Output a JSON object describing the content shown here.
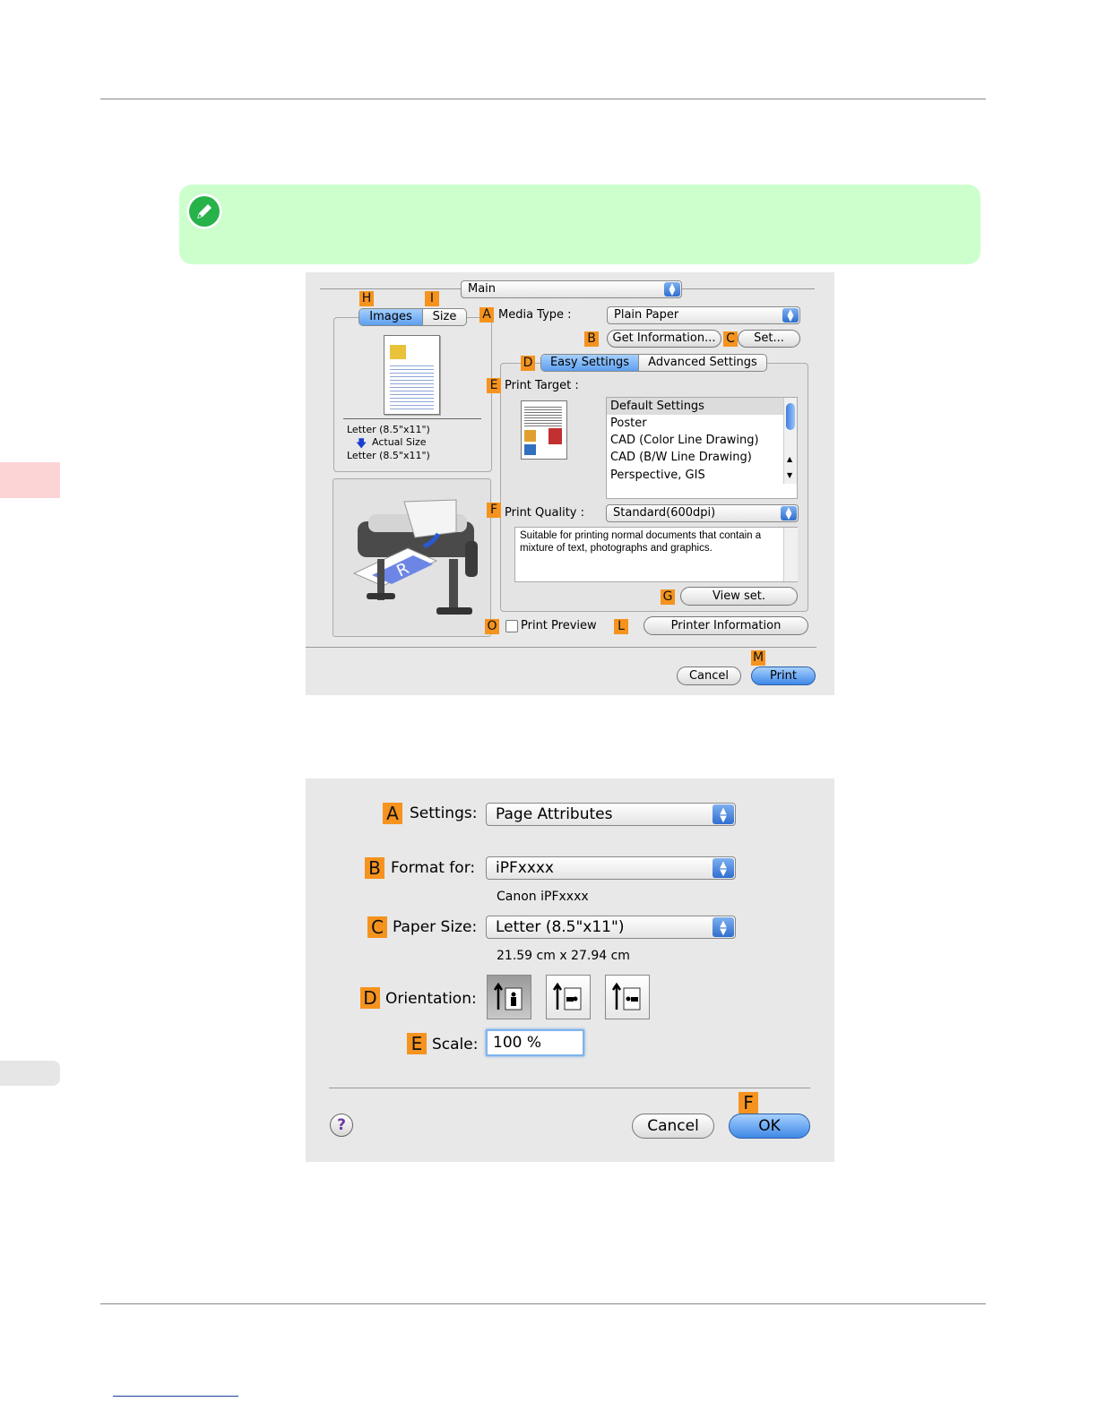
{
  "dialog1": {
    "panel_menu": "Main",
    "tabs": {
      "images": "Images",
      "size": "Size"
    },
    "preview_text": {
      "source": "Letter (8.5\"x11\")",
      "mode": "Actual Size",
      "output": "Letter (8.5\"x11\")"
    },
    "media_type_label": "Media Type :",
    "media_type_value": "Plain Paper",
    "get_info_button": "Get Information...",
    "set_button": "Set...",
    "settings_tabs": {
      "easy": "Easy Settings",
      "advanced": "Advanced Settings"
    },
    "print_target_label": "Print Target :",
    "print_target_items": [
      "Default Settings",
      "Poster",
      "CAD (Color Line Drawing)",
      "CAD (B/W Line Drawing)",
      "Perspective, GIS"
    ],
    "print_quality_label": "Print Quality :",
    "print_quality_value": "Standard(600dpi)",
    "quality_description": "Suitable for printing normal documents that contain a mixture of text, photographs and graphics.",
    "view_set_button": "View set.",
    "print_preview_label": "Print Preview",
    "printer_info_button": "Printer Information",
    "cancel_button": "Cancel",
    "print_button": "Print",
    "callouts": {
      "a": "A",
      "b": "B",
      "c": "C",
      "d": "D",
      "e": "E",
      "f": "F",
      "g": "G",
      "h": "H",
      "i": "I",
      "l": "L",
      "m": "M",
      "o": "O"
    }
  },
  "dialog2": {
    "settings_label": "Settings:",
    "settings_value": "Page Attributes",
    "format_for_label": "Format for:",
    "format_for_value": "iPFxxxx",
    "format_for_sub": "Canon iPFxxxx",
    "paper_size_label": "Paper Size:",
    "paper_size_value": "Letter (8.5\"x11\")",
    "paper_size_sub": "21.59 cm x 27.94 cm",
    "orientation_label": "Orientation:",
    "scale_label": "Scale:",
    "scale_value": "100 %",
    "help_icon_text": "?",
    "cancel_button": "Cancel",
    "ok_button": "OK",
    "callouts": {
      "a": "A",
      "b": "B",
      "c": "C",
      "d": "D",
      "e": "E",
      "f": "F"
    }
  },
  "colors": {
    "callout": "#f5931e",
    "note_bg": "#ccffcc",
    "side_tab": "#fcd4d6",
    "accent_blue": "#3f88e6"
  }
}
